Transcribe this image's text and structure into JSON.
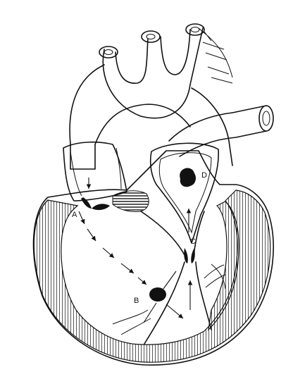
{
  "labels": {
    "a": "A",
    "b": "B",
    "c": "C",
    "d": "D"
  },
  "colors": {
    "ink": "#111111",
    "paper": "#ffffff"
  }
}
